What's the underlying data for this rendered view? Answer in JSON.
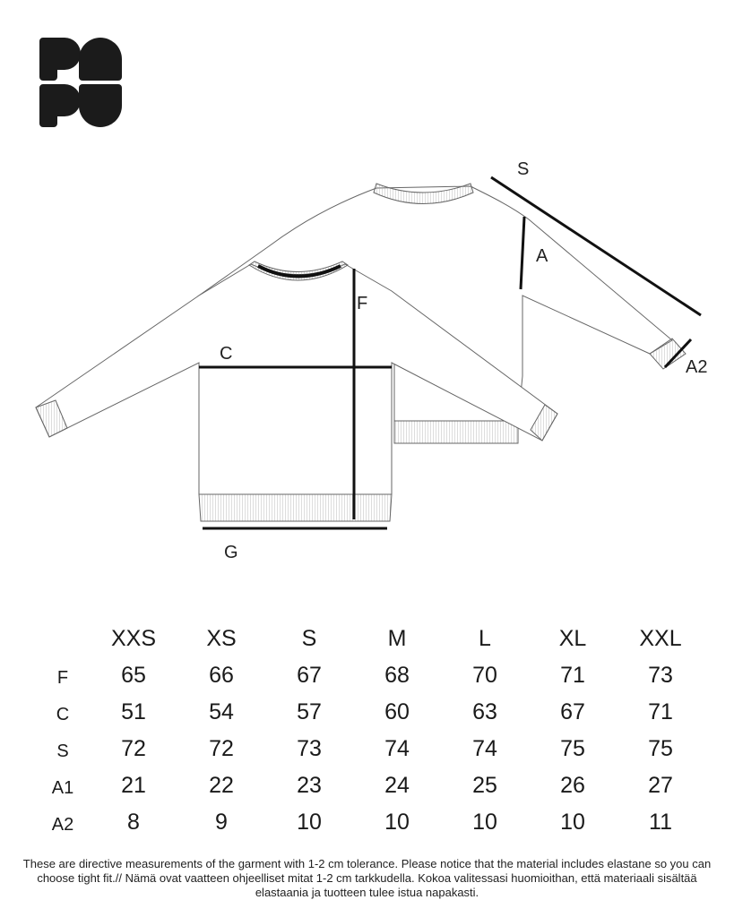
{
  "brand": {
    "logo_text": "PAPU"
  },
  "diagram_labels": {
    "S": "S",
    "A": "A",
    "F": "F",
    "C": "C",
    "A2": "A2",
    "G": "G"
  },
  "table": {
    "headers": [
      "XXS",
      "XS",
      "S",
      "M",
      "L",
      "XL",
      "XXL"
    ],
    "rows": [
      {
        "label": "F",
        "values": [
          "65",
          "66",
          "67",
          "68",
          "70",
          "71",
          "73"
        ]
      },
      {
        "label": "C",
        "values": [
          "51",
          "54",
          "57",
          "60",
          "63",
          "67",
          "71"
        ]
      },
      {
        "label": "S",
        "values": [
          "72",
          "72",
          "73",
          "74",
          "74",
          "75",
          "75"
        ]
      },
      {
        "label": "A1",
        "values": [
          "21",
          "22",
          "23",
          "24",
          "25",
          "26",
          "27"
        ]
      },
      {
        "label": "A2",
        "values": [
          "8",
          "9",
          "10",
          "10",
          "10",
          "10",
          "11"
        ]
      }
    ]
  },
  "note": "These are directive measurements of the garment with 1-2 cm tolerance. Please notice that the material includes elastane so you can choose tight fit.// Nämä ovat vaatteen ohjeelliset mitat 1-2 cm tarkkudella. Kokoa valitessasi huomioithan, että materiaali sisältää elastaania ja tuotteen tulee istua napakasti."
}
